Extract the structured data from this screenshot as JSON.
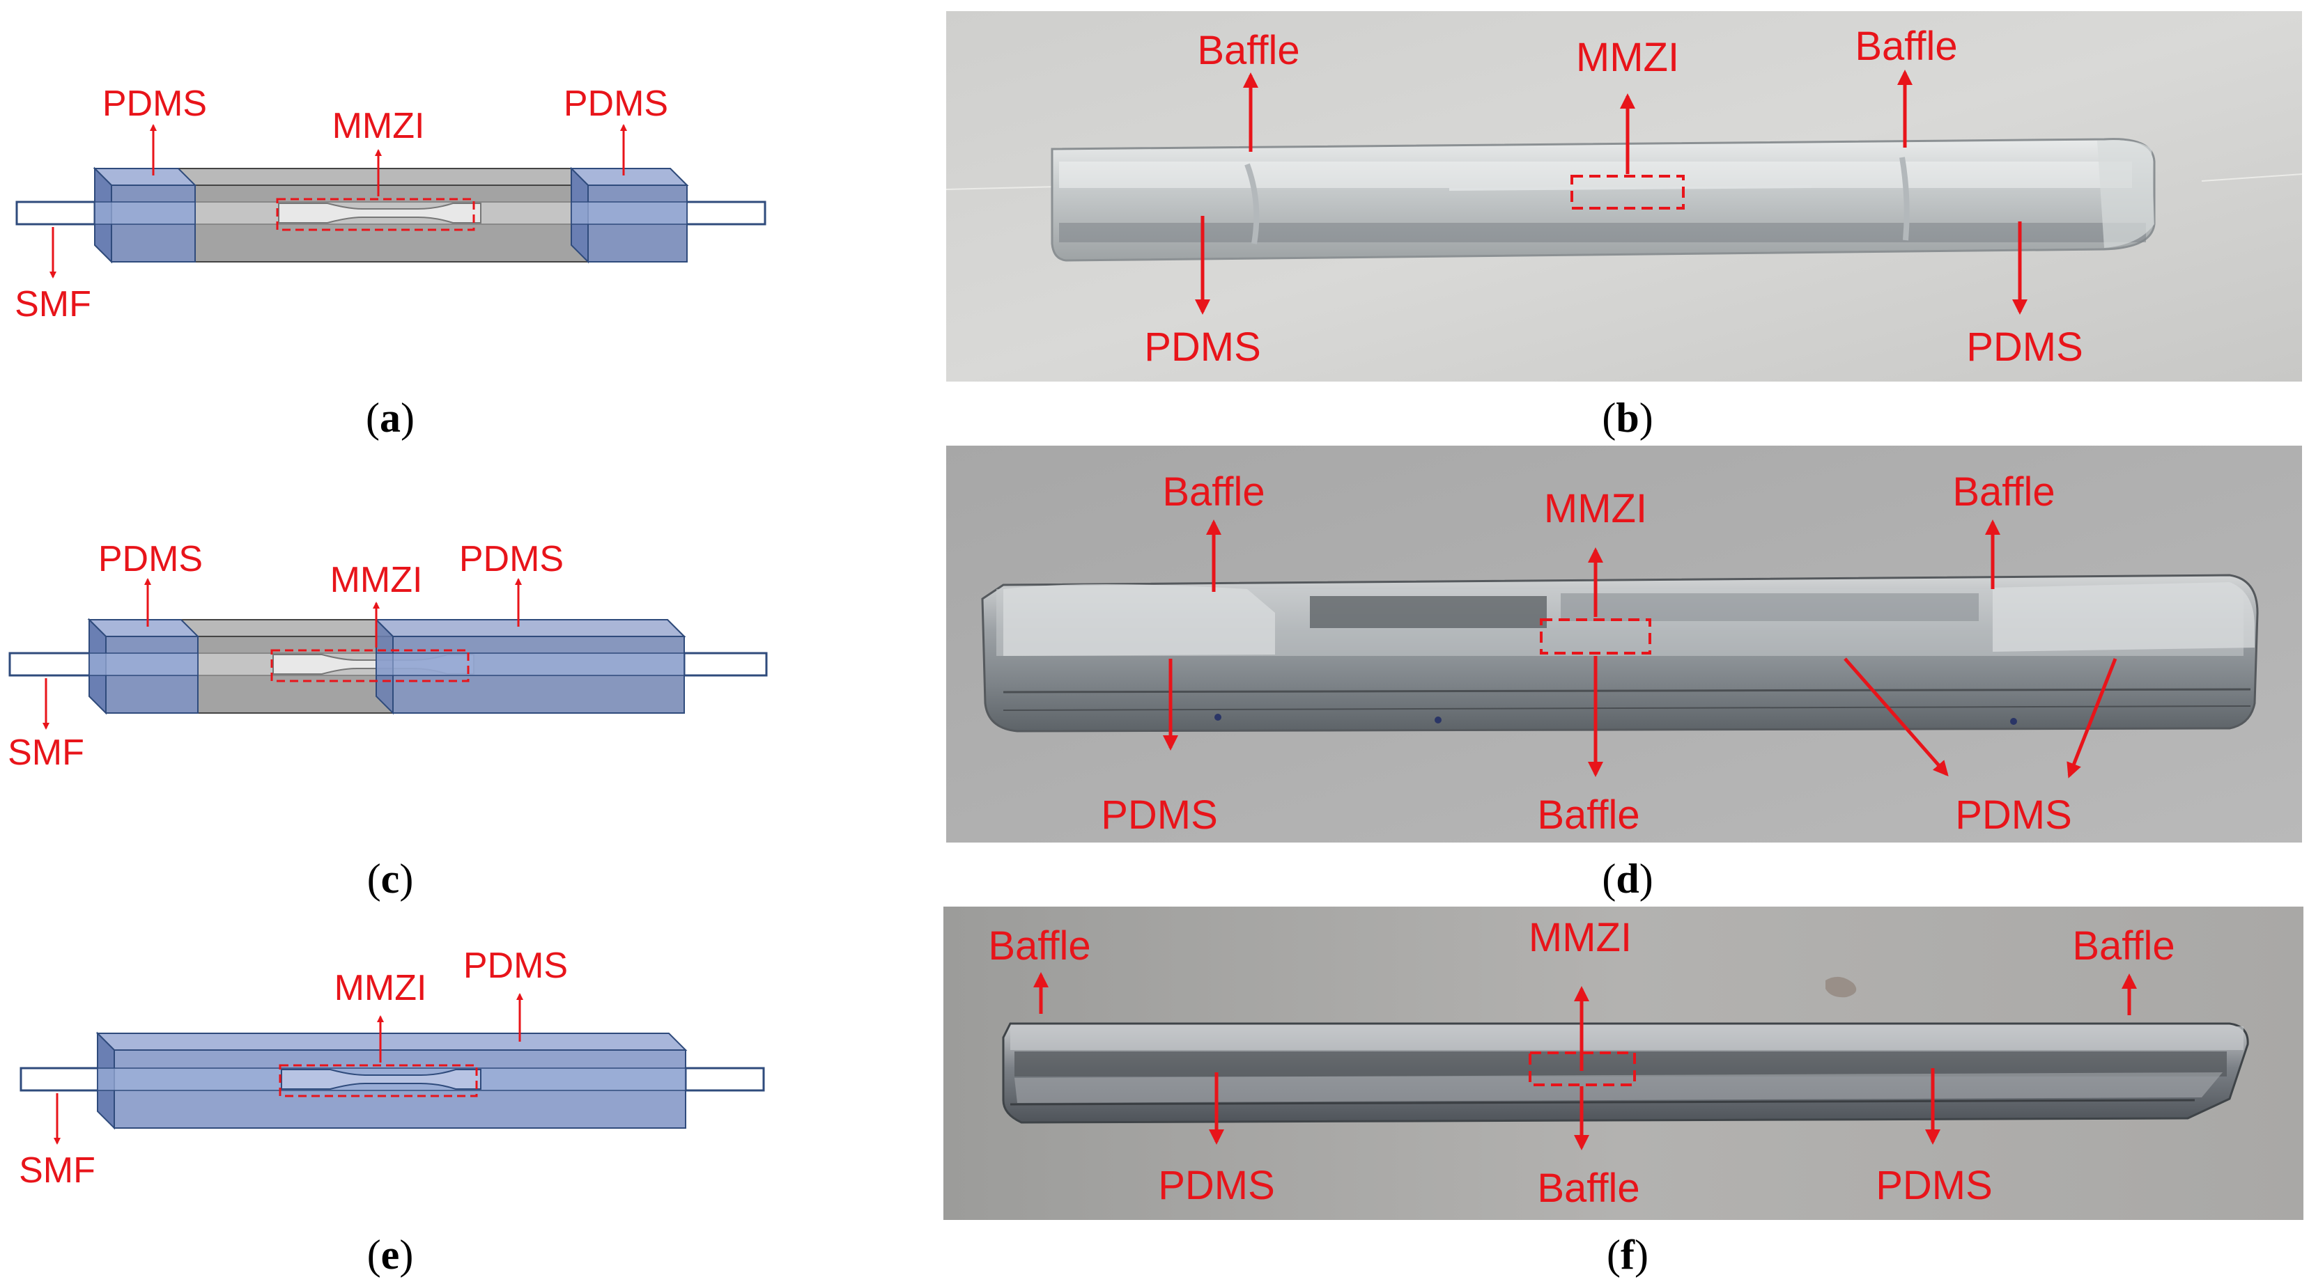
{
  "colors": {
    "annotation_red": "#e8141a",
    "pdms_blue": "#7f93c4",
    "housing_gray": "#9a9a9a",
    "fiber_outline": "#2f4b7c"
  },
  "panels": {
    "a": {
      "caption": "a",
      "labels": {
        "pdms_left": "PDMS",
        "mmzi": "MMZI",
        "pdms_right": "PDMS",
        "smf": "SMF"
      }
    },
    "b": {
      "caption": "b",
      "labels": {
        "baffle_left": "Baffle",
        "mmzi": "MMZI",
        "baffle_right": "Baffle",
        "pdms_left": "PDMS",
        "pdms_right": "PDMS"
      }
    },
    "c": {
      "caption": "c",
      "labels": {
        "pdms_left": "PDMS",
        "mmzi": "MMZI",
        "pdms_right": "PDMS",
        "smf": "SMF"
      }
    },
    "d": {
      "caption": "d",
      "labels": {
        "baffle_left": "Baffle",
        "mmzi": "MMZI",
        "baffle_right": "Baffle",
        "pdms_left": "PDMS",
        "baffle_bottom": "Baffle",
        "pdms_right": "PDMS"
      }
    },
    "e": {
      "caption": "e",
      "labels": {
        "mmzi": "MMZI",
        "pdms": "PDMS",
        "smf": "SMF"
      }
    },
    "f": {
      "caption": "f",
      "labels": {
        "baffle_left": "Baffle",
        "mmzi": "MMZI",
        "baffle_right": "Baffle",
        "pdms_left": "PDMS",
        "baffle_bottom": "Baffle",
        "pdms_right": "PDMS"
      }
    }
  }
}
